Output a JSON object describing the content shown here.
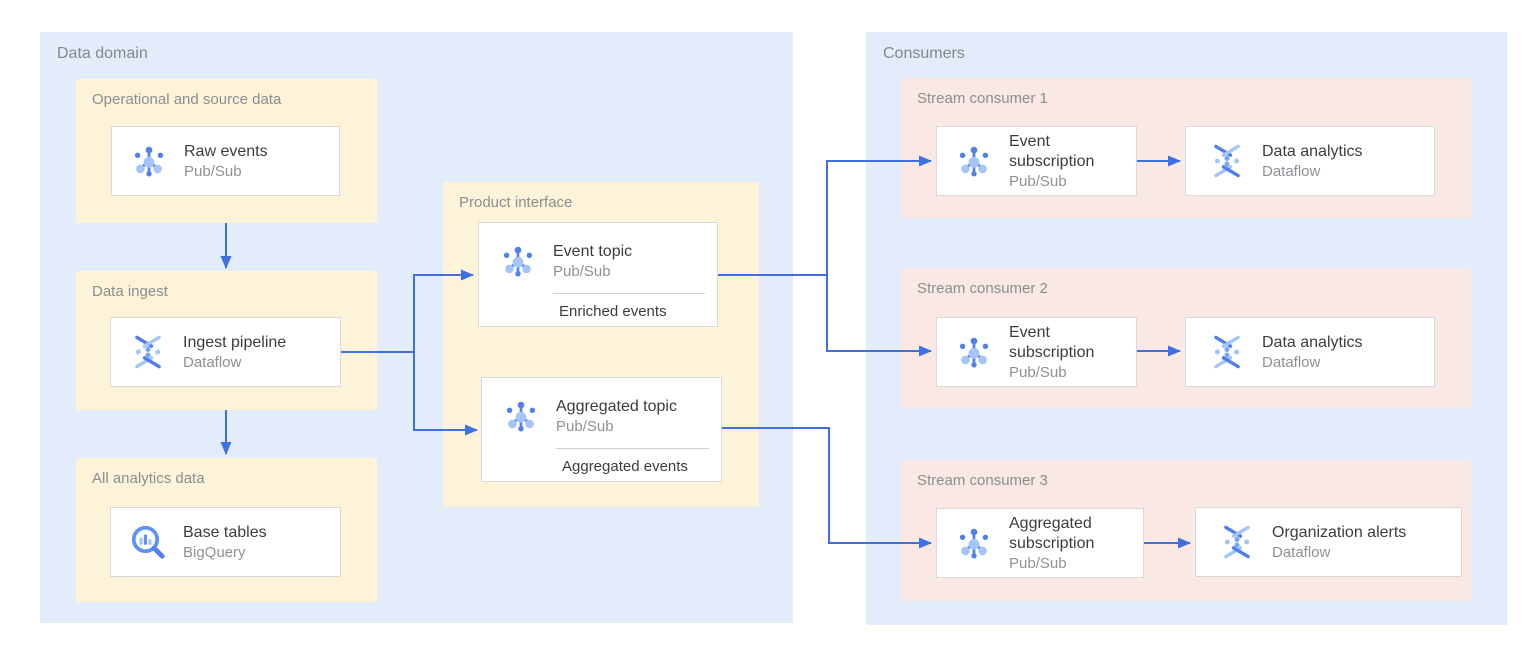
{
  "colors": {
    "container_bg": "#e2ecfa",
    "producer_group_bg": "#fcf3d9",
    "consumer_group_bg": "#f9e8e3",
    "card_bg": "#ffffff",
    "card_border": "#d6d8da",
    "arrow": "#3f6fe0",
    "zone_label_text": "#84888c",
    "title_text": "#3a3d3f",
    "subtitle_text": "#8d9196",
    "icon_blue_dark": "#5080e9",
    "icon_blue_light": "#a5c4fa"
  },
  "data_domain": {
    "label": "Data domain",
    "operational": {
      "label": "Operational and source data",
      "card": {
        "title": "Raw events",
        "product": "Pub/Sub",
        "icon": "pubsub-icon"
      }
    },
    "ingest": {
      "label": "Data ingest",
      "card": {
        "title": "Ingest pipeline",
        "product": "Dataflow",
        "icon": "dataflow-icon"
      }
    },
    "analytics": {
      "label": "All analytics data",
      "card": {
        "title": "Base tables",
        "product": "BigQuery",
        "icon": "bigquery-icon"
      }
    },
    "product_interface": {
      "label": "Product interface",
      "event_topic": {
        "title": "Event topic",
        "product": "Pub/Sub",
        "tag": "Enriched events",
        "icon": "pubsub-icon"
      },
      "aggregated_topic": {
        "title": "Aggregated topic",
        "product": "Pub/Sub",
        "tag": "Aggregated events",
        "icon": "pubsub-icon"
      }
    }
  },
  "consumers": {
    "label": "Consumers",
    "groups": [
      {
        "label": "Stream consumer 1",
        "subscription": {
          "title": "Event subscription",
          "product": "Pub/Sub",
          "icon": "pubsub-icon"
        },
        "processor": {
          "title": "Data analytics",
          "product": "Dataflow",
          "icon": "dataflow-icon"
        }
      },
      {
        "label": "Stream consumer 2",
        "subscription": {
          "title": "Event subscription",
          "product": "Pub/Sub",
          "icon": "pubsub-icon"
        },
        "processor": {
          "title": "Data analytics",
          "product": "Dataflow",
          "icon": "dataflow-icon"
        }
      },
      {
        "label": "Stream consumer 3",
        "subscription": {
          "title": "Aggregated subscription",
          "product": "Pub/Sub",
          "icon": "pubsub-icon"
        },
        "processor": {
          "title": "Organization alerts",
          "product": "Dataflow",
          "icon": "dataflow-icon"
        }
      }
    ]
  }
}
